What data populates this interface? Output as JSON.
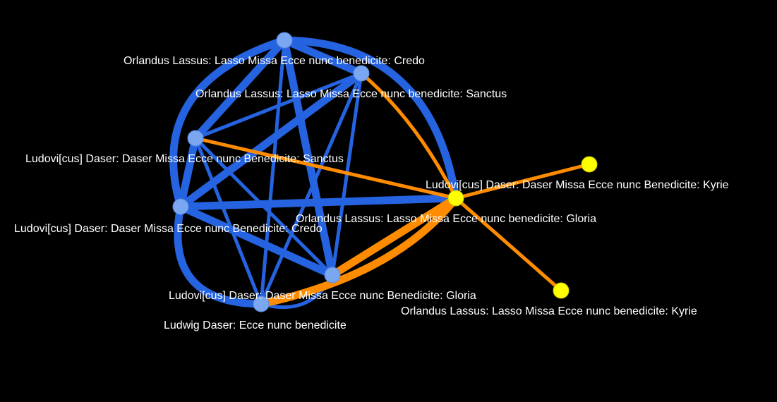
{
  "graph": {
    "colors": {
      "background": "#000000",
      "cluster_edge": "#2563e0",
      "bridge_edge": "#ff8c00",
      "cluster_node": "#7aa7f0",
      "outer_node": "#ffff00",
      "label": "#ffffff"
    },
    "nodes": [
      {
        "id": "lassus-credo",
        "label": "Orlandus Lassus: Lasso Missa Ecce nunc benedicite: Credo",
        "group": "cluster"
      },
      {
        "id": "lassus-sanctus",
        "label": "Orlandus Lassus: Lasso Missa Ecce nunc benedicite: Sanctus",
        "group": "cluster"
      },
      {
        "id": "daser-sanctus",
        "label": "Ludovi[cus] Daser: Daser Missa Ecce nunc Benedicite: Sanctus",
        "group": "cluster"
      },
      {
        "id": "daser-credo",
        "label": "Ludovi[cus] Daser: Daser Missa Ecce nunc Benedicite:  Credo",
        "group": "cluster"
      },
      {
        "id": "daser-gloria",
        "label": "Ludovi[cus] Daser: Daser Missa Ecce nunc Benedicite: Gloria",
        "group": "cluster"
      },
      {
        "id": "ludwig-ecce",
        "label": "Ludwig Daser: Ecce nunc benedicite",
        "group": "cluster"
      },
      {
        "id": "daser-kyrie",
        "label": "Ludovi[cus] Daser: Daser Missa Ecce nunc Benedicite:  Kyrie",
        "group": "outer"
      },
      {
        "id": "lassus-gloria",
        "label": "Orlandus Lassus: Lasso Missa Ecce nunc benedicite: Gloria",
        "group": "outer"
      },
      {
        "id": "lassus-kyrie",
        "label": "Orlandus Lassus: Lasso Missa Ecce nunc benedicite:  Kyrie",
        "group": "outer"
      }
    ],
    "edges": [
      {
        "source": "lassus-credo",
        "target": "lassus-sanctus",
        "type": "cluster",
        "weight": 3
      },
      {
        "source": "lassus-credo",
        "target": "daser-sanctus",
        "type": "cluster",
        "weight": 3
      },
      {
        "source": "lassus-credo",
        "target": "daser-credo",
        "type": "cluster",
        "weight": 3
      },
      {
        "source": "lassus-credo",
        "target": "daser-gloria",
        "type": "cluster",
        "weight": 3
      },
      {
        "source": "lassus-credo",
        "target": "ludwig-ecce",
        "type": "cluster",
        "weight": 1
      },
      {
        "source": "lassus-credo",
        "target": "lassus-gloria",
        "type": "cluster",
        "weight": 3
      },
      {
        "source": "lassus-sanctus",
        "target": "daser-sanctus",
        "type": "cluster",
        "weight": 1
      },
      {
        "source": "lassus-sanctus",
        "target": "daser-credo",
        "type": "cluster",
        "weight": 3
      },
      {
        "source": "lassus-sanctus",
        "target": "daser-gloria",
        "type": "cluster",
        "weight": 1
      },
      {
        "source": "lassus-sanctus",
        "target": "ludwig-ecce",
        "type": "cluster",
        "weight": 1
      },
      {
        "source": "lassus-sanctus",
        "target": "lassus-gloria",
        "type": "bridge",
        "weight": 1
      },
      {
        "source": "daser-sanctus",
        "target": "daser-credo",
        "type": "cluster",
        "weight": 3
      },
      {
        "source": "daser-sanctus",
        "target": "daser-gloria",
        "type": "cluster",
        "weight": 1
      },
      {
        "source": "daser-sanctus",
        "target": "ludwig-ecce",
        "type": "cluster",
        "weight": 1
      },
      {
        "source": "daser-sanctus",
        "target": "lassus-gloria",
        "type": "bridge",
        "weight": 1
      },
      {
        "source": "daser-credo",
        "target": "daser-gloria",
        "type": "cluster",
        "weight": 3
      },
      {
        "source": "daser-credo",
        "target": "ludwig-ecce",
        "type": "cluster",
        "weight": 3
      },
      {
        "source": "daser-credo",
        "target": "lassus-gloria",
        "type": "cluster",
        "weight": 3
      },
      {
        "source": "daser-gloria",
        "target": "ludwig-ecce",
        "type": "cluster",
        "weight": 1
      },
      {
        "source": "daser-gloria",
        "target": "lassus-gloria",
        "type": "bridge",
        "weight": 3
      },
      {
        "source": "ludwig-ecce",
        "target": "lassus-gloria",
        "type": "bridge",
        "weight": 3
      },
      {
        "source": "lassus-gloria",
        "target": "daser-kyrie",
        "type": "bridge",
        "weight": 1
      },
      {
        "source": "lassus-gloria",
        "target": "lassus-kyrie",
        "type": "bridge",
        "weight": 1
      }
    ]
  }
}
